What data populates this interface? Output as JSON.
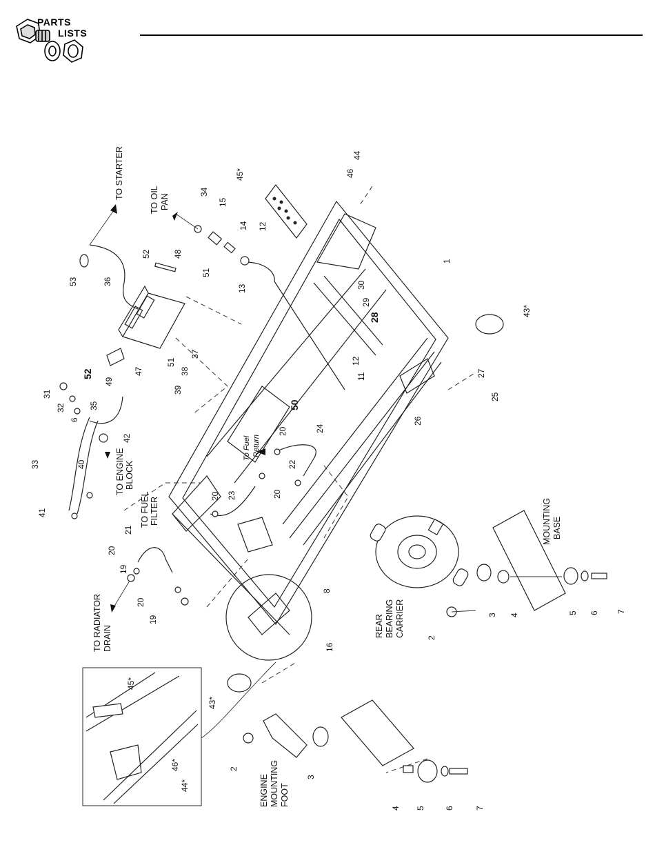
{
  "header": {
    "logo_line1": "PARTS",
    "logo_line2": "LISTS"
  },
  "labels": {
    "to_starter": "TO STARTER",
    "to_oil": "TO OIL",
    "pan": "PAN",
    "to_engine": "TO ENGINE",
    "block": "BLOCK",
    "to_fuel": "TO FUEL",
    "filter": "FILTER",
    "to_radiator": "TO RADIATOR",
    "drain": "DRAIN",
    "to_fuel_italic": "To Fuel",
    "return": "Return",
    "mounting": "MOUNTING",
    "base": "BASE",
    "rear": "REAR",
    "bearing": "BEARING",
    "carrier": "CARRIER",
    "engine": "ENGINE",
    "mounting_foot1": "MOUNTING",
    "foot": "FOOT"
  },
  "callouts": {
    "c1": "1",
    "c2a": "2",
    "c2b": "2",
    "c3a": "3",
    "c3b": "3",
    "c4a": "4",
    "c4b": "4",
    "c5a": "5",
    "c5b": "5",
    "c6a": "6",
    "c6b": "6",
    "c6c": "6",
    "c7a": "7",
    "c7b": "7",
    "c8": "8",
    "c11": "11",
    "c12a": "12",
    "c12b": "12",
    "c13": "13",
    "c14": "14",
    "c15": "15",
    "c16": "16",
    "c19a": "19",
    "c19b": "19",
    "c20a": "20",
    "c20b": "20",
    "c20c": "20",
    "c20d": "20",
    "c20e": "20",
    "c21": "21",
    "c22": "22",
    "c23": "23",
    "c24": "24",
    "c25": "25",
    "c26": "26",
    "c27": "27",
    "c28": "28",
    "c29": "29",
    "c30": "30",
    "c31": "31",
    "c32": "32",
    "c33": "33",
    "c34": "34",
    "c35": "35",
    "c36": "36",
    "c37": "37",
    "c38": "38",
    "c39": "39",
    "c40": "40",
    "c41": "41",
    "c42": "42",
    "c43a": "43*",
    "c43b": "43*",
    "c44": "44",
    "c44s": "44*",
    "c45": "45*",
    "c45s": "45*",
    "c46": "46",
    "c46s": "46*",
    "c47": "47",
    "c48": "48",
    "c49": "49",
    "c50": "50",
    "c51a": "51",
    "c51b": "51",
    "c52a": "52",
    "c52b": "52",
    "c53": "53"
  }
}
